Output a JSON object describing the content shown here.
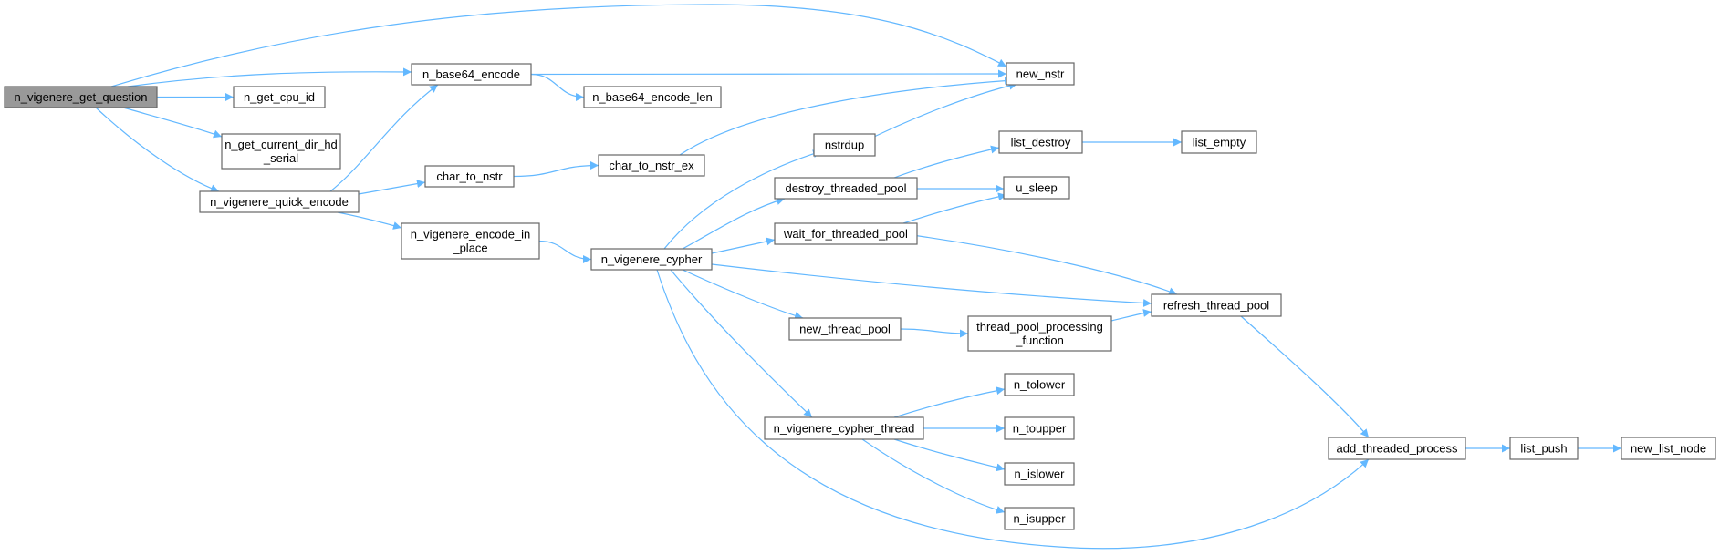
{
  "colors": {
    "edge": "#63b8ff",
    "node_fill": "#ffffff",
    "node_border": "#666666",
    "root_fill": "#999999"
  },
  "root": "n_vigenere_get_question",
  "nodes": [
    {
      "id": "n_vigenere_get_question",
      "lines": [
        "n_vigenere_get_question"
      ]
    },
    {
      "id": "n_get_cpu_id",
      "lines": [
        "n_get_cpu_id"
      ]
    },
    {
      "id": "n_get_current_dir_hd_serial",
      "lines": [
        "n_get_current_dir_hd",
        "_serial"
      ]
    },
    {
      "id": "n_vigenere_quick_encode",
      "lines": [
        "n_vigenere_quick_encode"
      ]
    },
    {
      "id": "n_base64_encode",
      "lines": [
        "n_base64_encode"
      ]
    },
    {
      "id": "n_base64_encode_len",
      "lines": [
        "n_base64_encode_len"
      ]
    },
    {
      "id": "new_nstr",
      "lines": [
        "new_nstr"
      ]
    },
    {
      "id": "char_to_nstr",
      "lines": [
        "char_to_nstr"
      ]
    },
    {
      "id": "char_to_nstr_ex",
      "lines": [
        "char_to_nstr_ex"
      ]
    },
    {
      "id": "n_vigenere_encode_in_place",
      "lines": [
        "n_vigenere_encode_in",
        "_place"
      ]
    },
    {
      "id": "n_vigenere_cypher",
      "lines": [
        "n_vigenere_cypher"
      ]
    },
    {
      "id": "nstrdup",
      "lines": [
        "nstrdup"
      ]
    },
    {
      "id": "destroy_threaded_pool",
      "lines": [
        "destroy_threaded_pool"
      ]
    },
    {
      "id": "wait_for_threaded_pool",
      "lines": [
        "wait_for_threaded_pool"
      ]
    },
    {
      "id": "list_destroy",
      "lines": [
        "list_destroy"
      ]
    },
    {
      "id": "list_empty",
      "lines": [
        "list_empty"
      ]
    },
    {
      "id": "u_sleep",
      "lines": [
        "u_sleep"
      ]
    },
    {
      "id": "refresh_thread_pool",
      "lines": [
        "refresh_thread_pool"
      ]
    },
    {
      "id": "new_thread_pool",
      "lines": [
        "new_thread_pool"
      ]
    },
    {
      "id": "thread_pool_processing_function",
      "lines": [
        "thread_pool_processing",
        "_function"
      ]
    },
    {
      "id": "n_vigenere_cypher_thread",
      "lines": [
        "n_vigenere_cypher_thread"
      ]
    },
    {
      "id": "n_tolower",
      "lines": [
        "n_tolower"
      ]
    },
    {
      "id": "n_toupper",
      "lines": [
        "n_toupper"
      ]
    },
    {
      "id": "n_islower",
      "lines": [
        "n_islower"
      ]
    },
    {
      "id": "n_isupper",
      "lines": [
        "n_isupper"
      ]
    },
    {
      "id": "add_threaded_process",
      "lines": [
        "add_threaded_process"
      ]
    },
    {
      "id": "list_push",
      "lines": [
        "list_push"
      ]
    },
    {
      "id": "new_list_node",
      "lines": [
        "new_list_node"
      ]
    }
  ],
  "edges": [
    {
      "from": "n_vigenere_get_question",
      "to": "new_nstr"
    },
    {
      "from": "n_vigenere_get_question",
      "to": "n_base64_encode"
    },
    {
      "from": "n_vigenere_get_question",
      "to": "n_get_cpu_id"
    },
    {
      "from": "n_vigenere_get_question",
      "to": "n_get_current_dir_hd_serial"
    },
    {
      "from": "n_vigenere_get_question",
      "to": "n_vigenere_quick_encode"
    },
    {
      "from": "n_base64_encode",
      "to": "new_nstr"
    },
    {
      "from": "n_base64_encode",
      "to": "n_base64_encode_len"
    },
    {
      "from": "n_vigenere_quick_encode",
      "to": "n_base64_encode"
    },
    {
      "from": "n_vigenere_quick_encode",
      "to": "char_to_nstr"
    },
    {
      "from": "n_vigenere_quick_encode",
      "to": "n_vigenere_encode_in_place"
    },
    {
      "from": "char_to_nstr",
      "to": "char_to_nstr_ex"
    },
    {
      "from": "char_to_nstr_ex",
      "to": "new_nstr"
    },
    {
      "from": "n_vigenere_encode_in_place",
      "to": "n_vigenere_cypher"
    },
    {
      "from": "n_vigenere_cypher",
      "to": "nstrdup"
    },
    {
      "from": "n_vigenere_cypher",
      "to": "destroy_threaded_pool"
    },
    {
      "from": "n_vigenere_cypher",
      "to": "wait_for_threaded_pool"
    },
    {
      "from": "n_vigenere_cypher",
      "to": "refresh_thread_pool"
    },
    {
      "from": "n_vigenere_cypher",
      "to": "new_thread_pool"
    },
    {
      "from": "n_vigenere_cypher",
      "to": "n_vigenere_cypher_thread"
    },
    {
      "from": "n_vigenere_cypher",
      "to": "add_threaded_process"
    },
    {
      "from": "nstrdup",
      "to": "new_nstr"
    },
    {
      "from": "destroy_threaded_pool",
      "to": "list_destroy"
    },
    {
      "from": "destroy_threaded_pool",
      "to": "u_sleep"
    },
    {
      "from": "list_destroy",
      "to": "list_empty"
    },
    {
      "from": "wait_for_threaded_pool",
      "to": "u_sleep"
    },
    {
      "from": "wait_for_threaded_pool",
      "to": "refresh_thread_pool"
    },
    {
      "from": "new_thread_pool",
      "to": "thread_pool_processing_function"
    },
    {
      "from": "thread_pool_processing_function",
      "to": "refresh_thread_pool"
    },
    {
      "from": "refresh_thread_pool",
      "to": "add_threaded_process"
    },
    {
      "from": "n_vigenere_cypher_thread",
      "to": "n_tolower"
    },
    {
      "from": "n_vigenere_cypher_thread",
      "to": "n_toupper"
    },
    {
      "from": "n_vigenere_cypher_thread",
      "to": "n_islower"
    },
    {
      "from": "n_vigenere_cypher_thread",
      "to": "n_isupper"
    },
    {
      "from": "add_threaded_process",
      "to": "list_push"
    },
    {
      "from": "list_push",
      "to": "new_list_node"
    }
  ]
}
